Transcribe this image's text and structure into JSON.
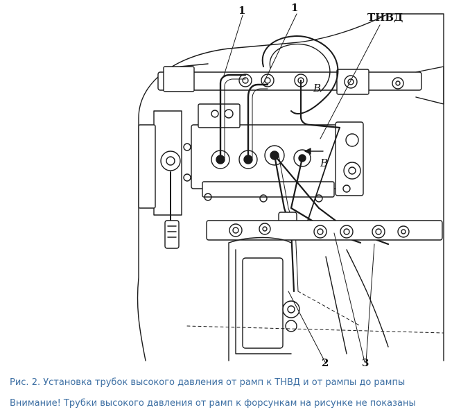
{
  "figure": {
    "callouts": {
      "label_1_left": "1",
      "label_1_right": "1",
      "label_tnvd": "ТНВД",
      "label_2": "2",
      "label_3": "3",
      "label_b_upper": "В",
      "label_b_arrow": "В"
    }
  },
  "caption": "Рис. 2. Установка трубок высокого давления от рамп к ТНВД и от рампы до рампы",
  "warning": "Внимание! Трубки высокого давления от рамп к форсункам на рисунке не показаны"
}
